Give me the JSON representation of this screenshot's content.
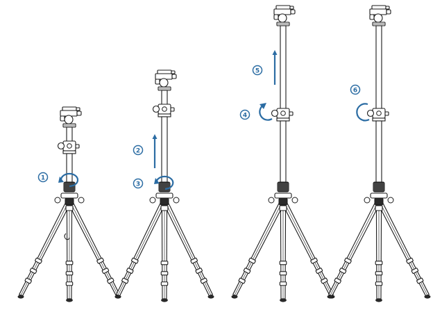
{
  "steps": [
    {
      "number": "1",
      "kind": "rotate-leg-lock"
    },
    {
      "number": "2",
      "kind": "raise-column"
    },
    {
      "number": "3",
      "kind": "rotate-leg-lock"
    },
    {
      "number": "4",
      "kind": "rotate-column-lock"
    },
    {
      "number": "5",
      "kind": "raise-column"
    },
    {
      "number": "6",
      "kind": "rotate-column-lock"
    }
  ],
  "tripods": [
    {
      "id": "tripod-1",
      "stage": "collapsed",
      "steps": [
        "1"
      ]
    },
    {
      "id": "tripod-2",
      "stage": "column-partly-raised",
      "steps": [
        "2",
        "3"
      ]
    },
    {
      "id": "tripod-3",
      "stage": "column-fully-raised",
      "steps": [
        "4",
        "5"
      ]
    },
    {
      "id": "tripod-4",
      "stage": "locked",
      "steps": [
        "6"
      ]
    }
  ],
  "colors": {
    "line": "#1a1a1a",
    "accent": "#2b6ca3",
    "background": "#ffffff",
    "fill": "#ffffff",
    "dark": "#2a2a2a"
  }
}
